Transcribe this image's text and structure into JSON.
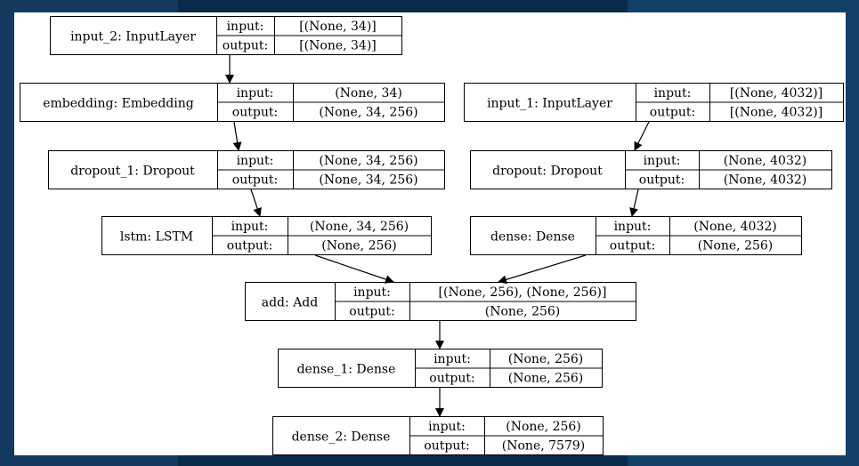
{
  "input_label": "input:",
  "output_label": "output:",
  "nodes": [
    {
      "id": "input_2",
      "name": "input_2: InputLayer",
      "input": "[(None, 34)]",
      "output": "[(None, 34)]"
    },
    {
      "id": "embedding",
      "name": "embedding: Embedding",
      "input": "(None, 34)",
      "output": "(None, 34, 256)"
    },
    {
      "id": "input_1",
      "name": "input_1: InputLayer",
      "input": "[(None, 4032)]",
      "output": "[(None, 4032)]"
    },
    {
      "id": "dropout_1",
      "name": "dropout_1: Dropout",
      "input": "(None, 34, 256)",
      "output": "(None, 34, 256)"
    },
    {
      "id": "dropout",
      "name": "dropout: Dropout",
      "input": "(None, 4032)",
      "output": "(None, 4032)"
    },
    {
      "id": "lstm",
      "name": "lstm: LSTM",
      "input": "(None, 34, 256)",
      "output": "(None, 256)"
    },
    {
      "id": "dense",
      "name": "dense: Dense",
      "input": "(None, 4032)",
      "output": "(None, 256)"
    },
    {
      "id": "add",
      "name": "add: Add",
      "input": "[(None, 256), (None, 256)]",
      "output": "(None, 256)"
    },
    {
      "id": "dense_1",
      "name": "dense_1: Dense",
      "input": "(None, 256)",
      "output": "(None, 256)"
    },
    {
      "id": "dense_2",
      "name": "dense_2: Dense",
      "input": "(None, 256)",
      "output": "(None, 7579)"
    }
  ],
  "edges": [
    [
      "input_2",
      "embedding"
    ],
    [
      "embedding",
      "dropout_1"
    ],
    [
      "dropout_1",
      "lstm"
    ],
    [
      "input_1",
      "dropout"
    ],
    [
      "dropout",
      "dense"
    ],
    [
      "lstm",
      "add"
    ],
    [
      "dense",
      "add"
    ],
    [
      "add",
      "dense_1"
    ],
    [
      "dense_1",
      "dense_2"
    ]
  ]
}
